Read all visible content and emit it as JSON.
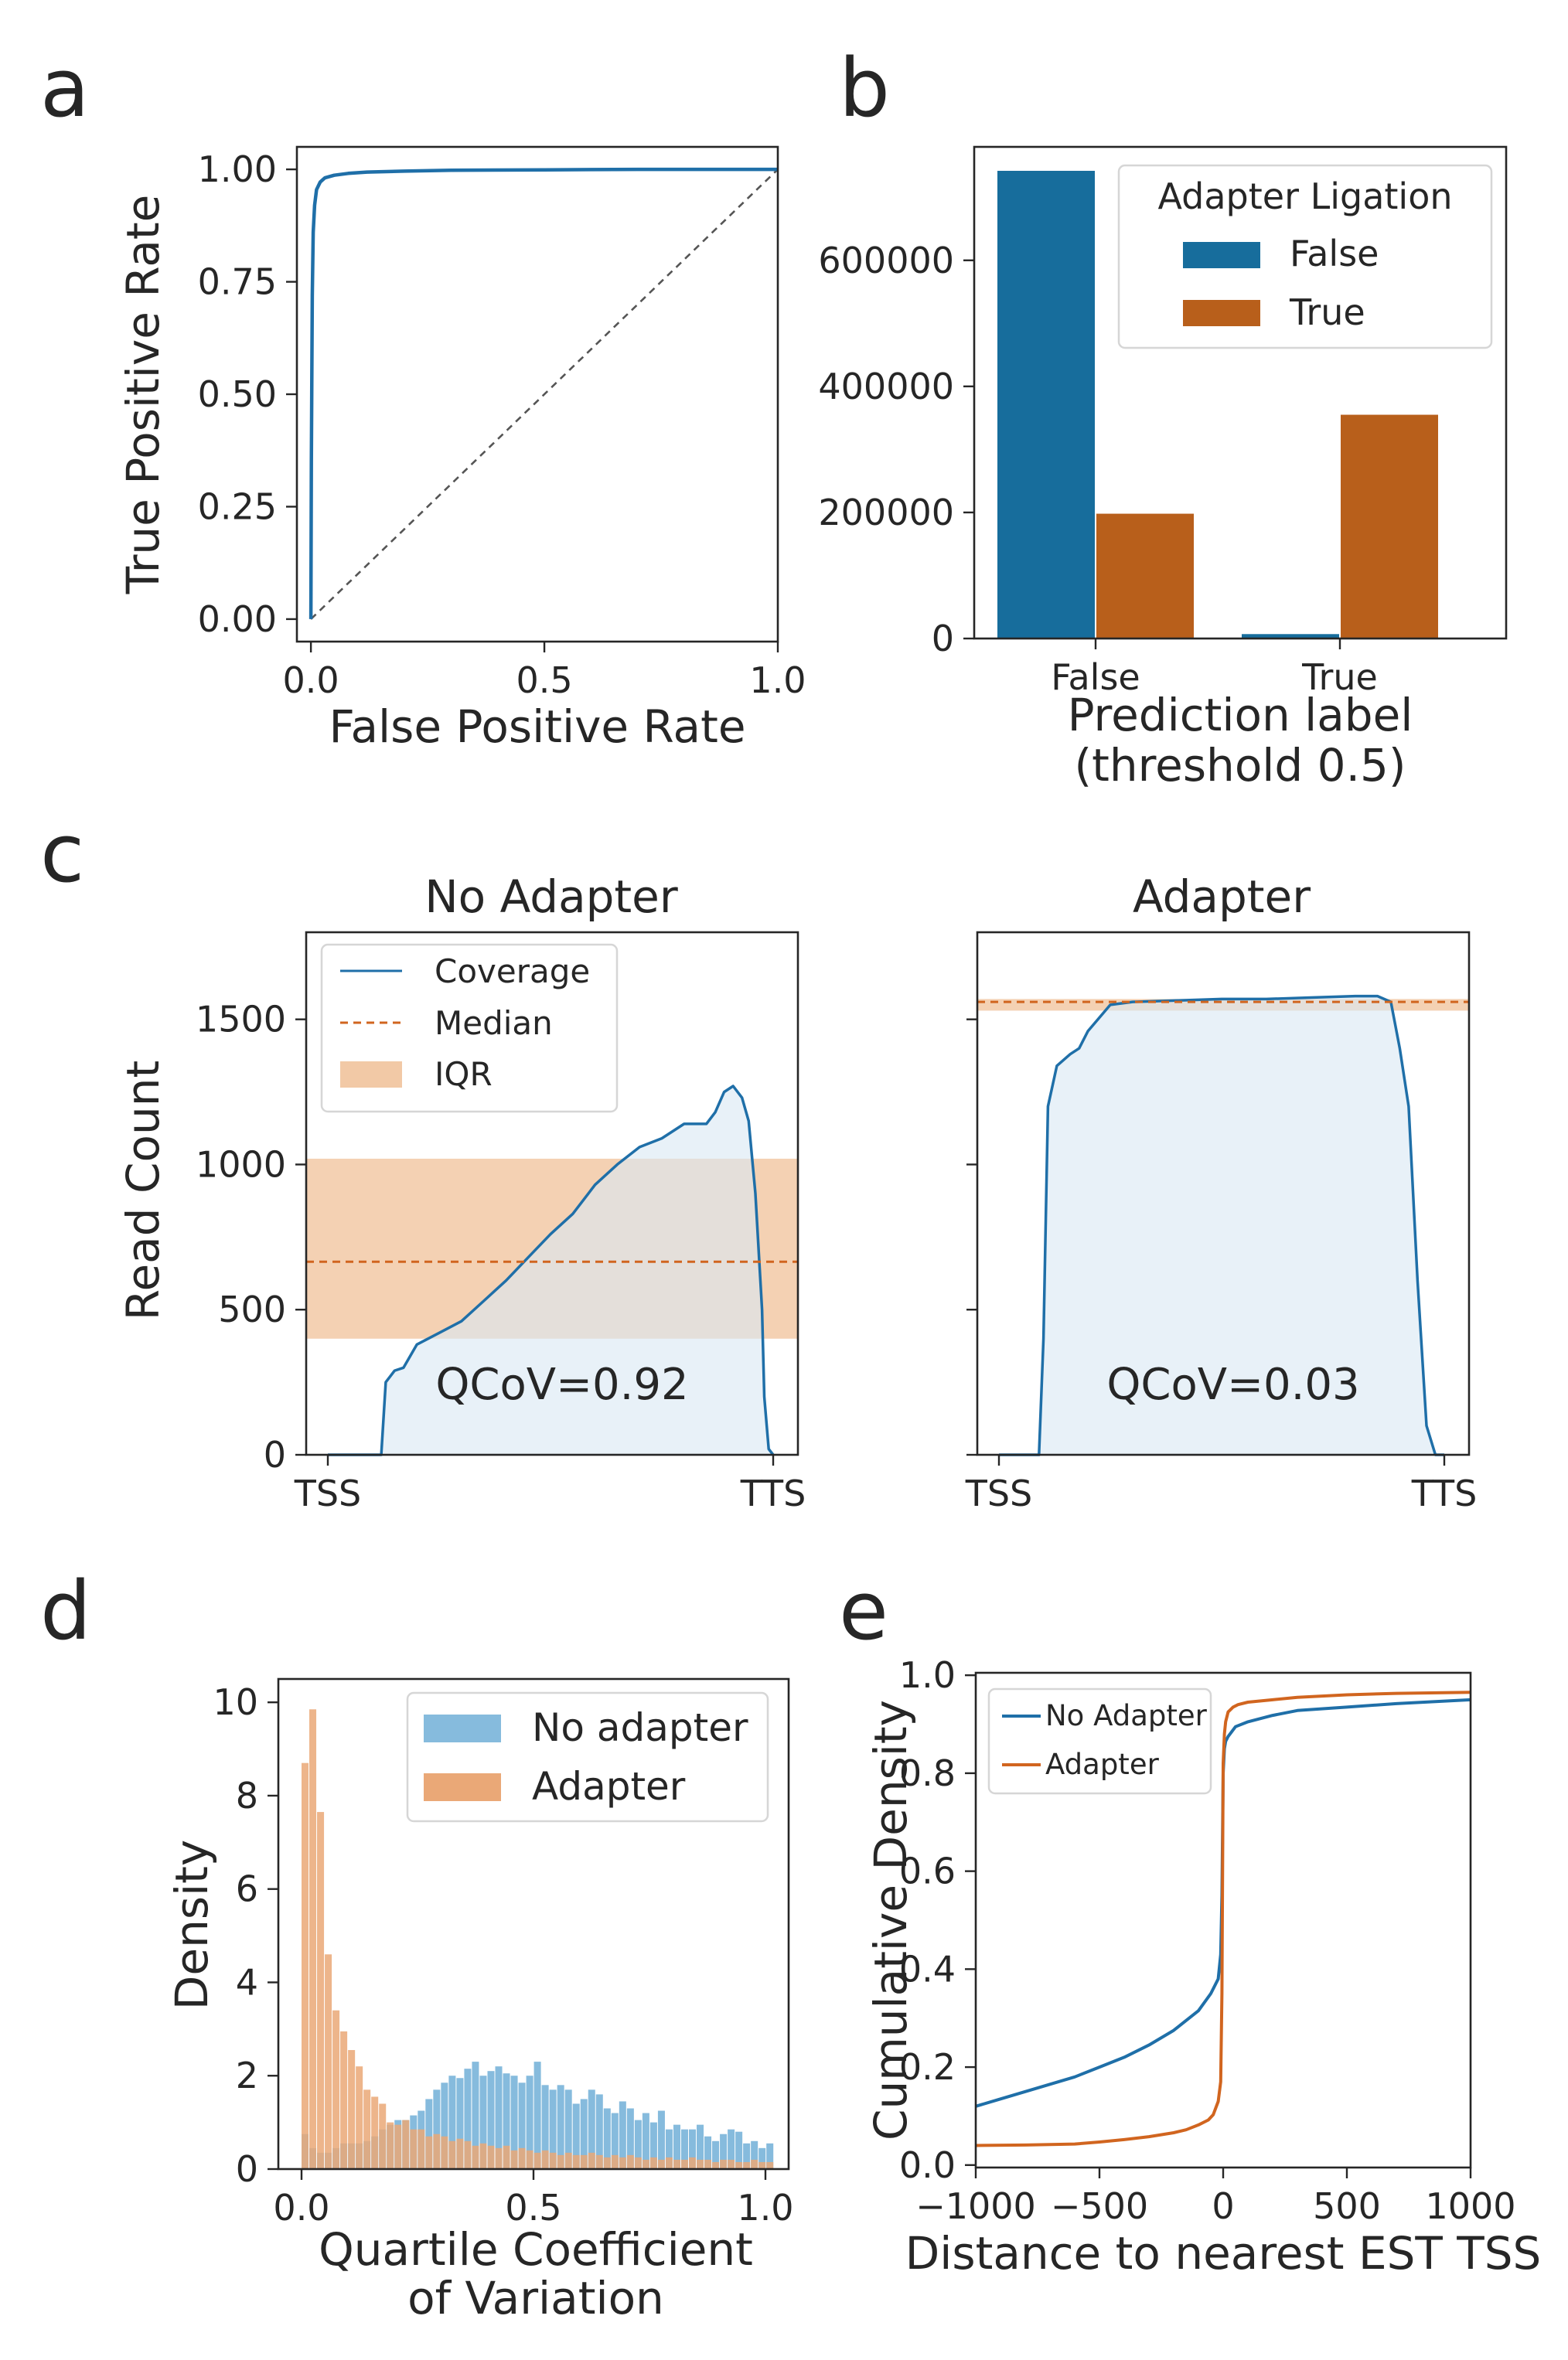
{
  "panels": {
    "a": {
      "letter": "a"
    },
    "b": {
      "letter": "b"
    },
    "c": {
      "letter": "c"
    },
    "d": {
      "letter": "d"
    },
    "e": {
      "letter": "e"
    }
  },
  "colors": {
    "blue": "#1f6fa8",
    "orange": "#d1651f",
    "bar_blue": "#176d9c",
    "bar_orange": "#b85f1b",
    "hist_blue": "#86bbdd",
    "hist_orange": "#eaa877",
    "iqr_fill": "#f2c9a6",
    "coverage_fill": "#d8e8f4",
    "diag": "#555555"
  },
  "chart_data": [
    {
      "id": "a",
      "type": "line",
      "xlabel": "False Positive Rate",
      "ylabel": "True Positive Rate",
      "xlim": [
        -0.03,
        1.0
      ],
      "ylim": [
        -0.05,
        1.05
      ],
      "xticks": [
        0.0,
        0.5,
        1.0
      ],
      "xtick_labels": [
        "0.0",
        "0.5",
        "1.0"
      ],
      "yticks": [
        0.0,
        0.25,
        0.5,
        0.75,
        1.0
      ],
      "ytick_labels": [
        "0.00",
        "0.25",
        "0.50",
        "0.75",
        "1.00"
      ],
      "series": [
        {
          "x": [
            0.0,
            0.001,
            0.003,
            0.005,
            0.008,
            0.012,
            0.02,
            0.03,
            0.05,
            0.08,
            0.12,
            0.2,
            0.3,
            0.5,
            0.7,
            1.0
          ],
          "y": [
            0.0,
            0.35,
            0.72,
            0.86,
            0.92,
            0.955,
            0.972,
            0.981,
            0.987,
            0.991,
            0.994,
            0.996,
            0.998,
            0.999,
            1.0,
            1.0
          ]
        },
        {
          "x": [
            0.0,
            1.0
          ],
          "y": [
            0.0,
            1.0
          ],
          "style": "dashed"
        }
      ]
    },
    {
      "id": "b",
      "type": "bar",
      "xlabel": "Prediction label\n(threshold 0.5)",
      "categories": [
        "False",
        "True"
      ],
      "legend_title": "Adapter Ligation",
      "legend_position": "upper right",
      "ylim": [
        0,
        780000
      ],
      "yticks": [
        0,
        200000,
        400000,
        600000
      ],
      "ytick_labels": [
        "0",
        "200000",
        "400000",
        "600000"
      ],
      "series": [
        {
          "name": "False",
          "values": [
            742000,
            7000
          ]
        },
        {
          "name": "True",
          "values": [
            198000,
            355000
          ]
        }
      ]
    },
    {
      "id": "c1",
      "type": "area",
      "title": "No Adapter",
      "ylabel": "Read Count",
      "xtick_labels": [
        "TSS",
        "TTS"
      ],
      "ylim": [
        0,
        1800
      ],
      "yticks": [
        0,
        500,
        1000,
        1500
      ],
      "ytick_labels": [
        "0",
        "500",
        "1000",
        "1500"
      ],
      "median": 665,
      "iqr": [
        400,
        1020
      ],
      "annotation": "QCoV=0.92",
      "legend": [
        "Coverage",
        "Median",
        "IQR"
      ],
      "legend_position": "upper left",
      "x": [
        0.0,
        0.12,
        0.13,
        0.15,
        0.17,
        0.2,
        0.25,
        0.3,
        0.35,
        0.4,
        0.45,
        0.5,
        0.55,
        0.6,
        0.65,
        0.7,
        0.75,
        0.8,
        0.83,
        0.85,
        0.87,
        0.89,
        0.91,
        0.93,
        0.945,
        0.96,
        0.975,
        0.98,
        0.99,
        1.0
      ],
      "y": [
        0,
        0,
        250,
        290,
        300,
        380,
        420,
        460,
        530,
        600,
        680,
        760,
        830,
        930,
        1000,
        1060,
        1090,
        1140,
        1140,
        1140,
        1180,
        1250,
        1270,
        1230,
        1150,
        900,
        500,
        200,
        20,
        0
      ]
    },
    {
      "id": "c2",
      "type": "area",
      "title": "Adapter",
      "xtick_labels": [
        "TSS",
        "TTS"
      ],
      "ylim": [
        0,
        1800
      ],
      "median": 1560,
      "iqr": [
        1530,
        1570
      ],
      "annotation": "QCoV=0.03",
      "x": [
        0.0,
        0.09,
        0.1,
        0.11,
        0.13,
        0.16,
        0.18,
        0.2,
        0.25,
        0.3,
        0.4,
        0.5,
        0.6,
        0.7,
        0.8,
        0.85,
        0.88,
        0.9,
        0.92,
        0.94,
        0.96,
        0.98,
        1.0
      ],
      "y": [
        0,
        0,
        400,
        1200,
        1340,
        1380,
        1400,
        1460,
        1550,
        1560,
        1565,
        1570,
        1570,
        1575,
        1580,
        1580,
        1560,
        1400,
        1200,
        600,
        100,
        0,
        0
      ]
    },
    {
      "id": "d",
      "type": "bar",
      "xlabel": "Quartile Coefficient\nof Variation",
      "ylabel": "Density",
      "xlim": [
        -0.05,
        1.05
      ],
      "ylim": [
        0,
        10.5
      ],
      "xticks": [
        0.0,
        0.5,
        1.0
      ],
      "xtick_labels": [
        "0.0",
        "0.5",
        "1.0"
      ],
      "yticks": [
        0,
        2,
        4,
        6,
        8,
        10
      ],
      "ytick_labels": [
        "0",
        "2",
        "4",
        "6",
        "8",
        "10"
      ],
      "bin_width": 0.0167,
      "legend_position": "upper right",
      "series": [
        {
          "name": "No adapter",
          "values": [
            0.75,
            0.45,
            0.35,
            0.35,
            0.45,
            0.55,
            0.55,
            0.55,
            0.6,
            0.7,
            0.85,
            0.95,
            1.05,
            1.05,
            1.15,
            1.25,
            1.5,
            1.7,
            1.85,
            2.0,
            1.95,
            2.15,
            2.3,
            2.0,
            2.1,
            2.2,
            2.05,
            2.0,
            1.85,
            2.0,
            2.3,
            1.8,
            1.7,
            1.8,
            1.7,
            1.4,
            1.5,
            1.7,
            1.6,
            1.3,
            1.2,
            1.45,
            1.3,
            1.05,
            1.2,
            1.0,
            1.25,
            0.85,
            0.95,
            0.85,
            0.85,
            0.95,
            0.7,
            0.6,
            0.75,
            0.85,
            0.8,
            0.55,
            0.6,
            0.45,
            0.55
          ]
        },
        {
          "name": "Adapter",
          "values": [
            8.7,
            9.85,
            7.65,
            4.6,
            3.4,
            2.95,
            2.55,
            2.2,
            1.7,
            1.55,
            1.4,
            1.0,
            0.95,
            1.05,
            0.85,
            0.85,
            0.7,
            0.75,
            0.7,
            0.6,
            0.65,
            0.6,
            0.5,
            0.55,
            0.5,
            0.45,
            0.5,
            0.4,
            0.45,
            0.4,
            0.35,
            0.4,
            0.35,
            0.3,
            0.35,
            0.3,
            0.3,
            0.35,
            0.3,
            0.25,
            0.3,
            0.25,
            0.3,
            0.25,
            0.2,
            0.25,
            0.2,
            0.25,
            0.2,
            0.2,
            0.25,
            0.2,
            0.2,
            0.15,
            0.2,
            0.2,
            0.15,
            0.15,
            0.2,
            0.15,
            0.15
          ]
        }
      ]
    },
    {
      "id": "e",
      "type": "line",
      "xlabel": "Distance to nearest EST TSS",
      "ylabel": "Cumulative Density",
      "xlim": [
        -1000,
        1000
      ],
      "ylim": [
        0,
        1.0
      ],
      "xticks": [
        -1000,
        -500,
        0,
        500,
        1000
      ],
      "xtick_labels": [
        "−1000",
        "−500",
        "0",
        "500",
        "1000"
      ],
      "yticks": [
        0.0,
        0.2,
        0.4,
        0.6,
        0.8,
        1.0
      ],
      "ytick_labels": [
        "0.0",
        "0.2",
        "0.4",
        "0.6",
        "0.8",
        "1.0"
      ],
      "legend_position": "upper left",
      "series": [
        {
          "name": "No Adapter",
          "x": [
            -1000,
            -900,
            -800,
            -700,
            -600,
            -500,
            -400,
            -300,
            -200,
            -100,
            -50,
            -20,
            -10,
            -5,
            0,
            5,
            10,
            20,
            50,
            100,
            200,
            300,
            500,
            700,
            1000
          ],
          "y": [
            0.12,
            0.135,
            0.15,
            0.165,
            0.18,
            0.2,
            0.22,
            0.245,
            0.275,
            0.315,
            0.35,
            0.38,
            0.43,
            0.55,
            0.8,
            0.85,
            0.865,
            0.875,
            0.895,
            0.905,
            0.918,
            0.928,
            0.935,
            0.942,
            0.95
          ]
        },
        {
          "name": "Adapter",
          "x": [
            -1000,
            -800,
            -600,
            -500,
            -400,
            -300,
            -200,
            -150,
            -100,
            -60,
            -40,
            -20,
            -10,
            -5,
            0,
            5,
            10,
            20,
            40,
            60,
            100,
            200,
            300,
            500,
            700,
            1000
          ],
          "y": [
            0.04,
            0.041,
            0.043,
            0.047,
            0.052,
            0.058,
            0.066,
            0.072,
            0.082,
            0.092,
            0.103,
            0.13,
            0.17,
            0.35,
            0.82,
            0.88,
            0.905,
            0.925,
            0.935,
            0.94,
            0.945,
            0.95,
            0.955,
            0.96,
            0.963,
            0.965
          ]
        }
      ]
    }
  ]
}
